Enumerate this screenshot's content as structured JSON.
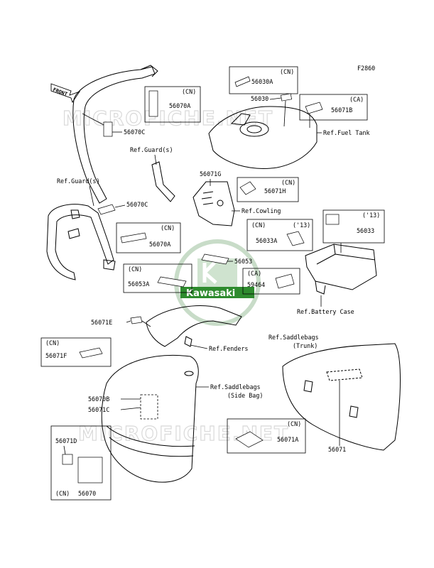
{
  "diagram_id": "F2860",
  "front_arrow": "FRONT",
  "logo": {
    "brand": "Kawasaki",
    "color": "#2e8b2e"
  },
  "watermark": "MICROFICHE.NET",
  "part_labels": {
    "p56030A": "56030A",
    "p56030": "56030",
    "p56071B": "56071B",
    "p56070A_top": "56070A",
    "p56070C_top": "56070C",
    "p56071G": "56071G",
    "p56071H": "56071H",
    "p56070C_mid": "56070C",
    "p56070A_mid": "56070A",
    "p56033A": "56033A",
    "p56033": "56033",
    "p56053": "56053",
    "p56053A": "56053A",
    "p59464": "59464",
    "p56071E": "56071E",
    "p56071F": "56071F",
    "p56070B": "56070B",
    "p56071C": "56071C",
    "p56071D": "56071D",
    "p56070": "56070",
    "p56071A": "56071A",
    "p56071": "56071"
  },
  "region_codes": {
    "cn_56030A": "(CN)",
    "ca_56071B": "(CA)",
    "cn_56070A_top": "(CN)",
    "cn_56071H": "(CN)",
    "cn_56070A_mid": "(CN)",
    "cn_56033A": "(CN)",
    "y13_56033A": "('13)",
    "y13_56033": "('13)",
    "cn_56053A": "(CN)",
    "ca_59464": "(CA)",
    "cn_56071F": "(CN)",
    "cn_56070": "(CN)",
    "cn_56071A": "(CN)"
  },
  "references": {
    "fuel_tank": "Ref.Fuel Tank",
    "guard_upper": "Ref.Guard(s)",
    "guard_left": "Ref.Guard(s)",
    "cowling": "Ref.Cowling",
    "battery_case": "Ref.Battery Case",
    "fenders": "Ref.Fenders",
    "saddlebags_trunk_1": "Ref.Saddlebags",
    "saddlebags_trunk_2": "(Trunk)",
    "saddlebags_side_1": "Ref.Saddlebags",
    "saddlebags_side_2": "(Side Bag)"
  }
}
